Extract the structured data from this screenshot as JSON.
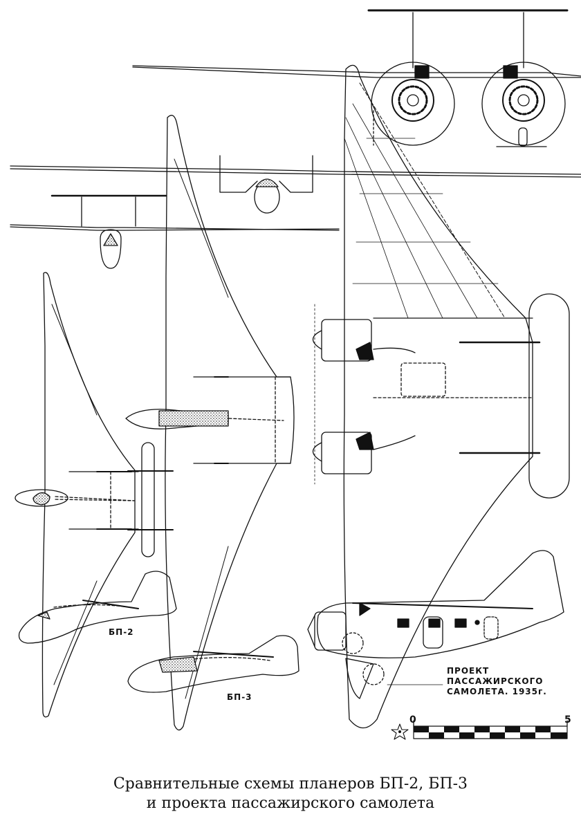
{
  "labels": {
    "bp2": "БП-2",
    "bp3": "БП-3",
    "project_line1": "ПРОЕКТ",
    "project_line2": "ПАССАЖИРСКОГО",
    "project_line3": "САМОЛЕТА. 1935г."
  },
  "scale_bar": {
    "start_label": "0",
    "end_label": "5",
    "segments": 10
  },
  "caption": {
    "line1": "Сравнительные схемы планеров БП-2, БП-3",
    "line2": "и проекта пассажирского самолета"
  },
  "colors": {
    "ink": "#111111",
    "paper": "#ffffff"
  }
}
